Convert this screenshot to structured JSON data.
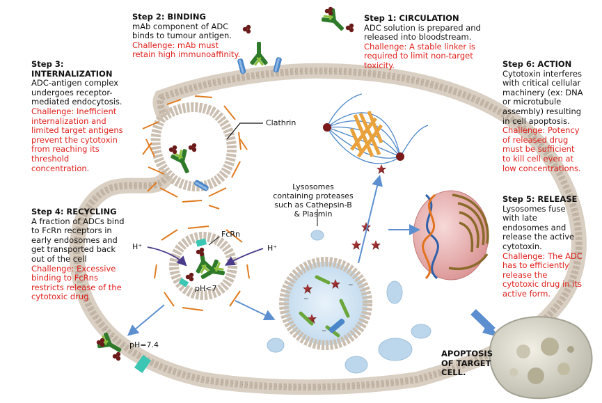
{
  "steps": [
    {
      "title": "Step 1: CIRCULATION",
      "description": "ADC solution is prepared and released into bloodstream.",
      "challenge": "Challenge: A stable linker is required to limit non-target toxicity."
    },
    {
      "title": "Step 2: BINDING",
      "description": "mAb component of ADC binds to tumour antigen.",
      "challenge": "Challenge: mAb must retain high immunoaffinity."
    },
    {
      "title": "Step 3: INTERNALIZATION",
      "description": "ADC-antigen complex undergoes receptor-mediated endocytosis.",
      "challenge": "Challenge: Inefficient internalization and limited target antigens prevent the cytotoxin from reaching its threshold concentration."
    },
    {
      "title": "Step 4: RECYCLING",
      "description": "A fraction of ADCs bind to FcRn receptors in early endosomes and get transported back out of the cell",
      "challenge": "Challenge: Excessive binding to FcRns restricts release of the cytotoxic drug"
    },
    {
      "title": "Step 5: RELEASE",
      "description": "Lysosomes fuse with late endosomes and release the active cytotoxin.",
      "challenge": "Challenge: The ADC has to efficiently release the cytotoxic drug in its active form."
    },
    {
      "title": "Step 6: ACTION",
      "description": "Cytotoxin interferes with critical cellular machinery (ex: DNA or microtubule assembly) resulting in cell apoptosis.",
      "challenge": "Challenge: Potency of released drug must be sufficient to kill cell even at low concentrations."
    }
  ],
  "labels": {
    "clathrin": "Clathrin",
    "fcrn": "FcRn",
    "h_plus": "H⁺",
    "ph_endosome": "pH<7",
    "ph_outside": "pH=7.4",
    "lysosomes": "Lysosomes containing proteases such as Cathepsin-B & Plasmin",
    "apoptosis": "APOPTOSIS OF TARGET CELL."
  },
  "colors": {
    "challenge_text": "#e0201c",
    "antibody": "#2f7a2a",
    "antibody_light": "#8cbf3c",
    "drug": "#6b1a1a",
    "antigen": "#4a86c8",
    "clathrin": "#e07a1e",
    "fcrn": "#3cc6b4",
    "arrow": "#5b8fd0",
    "membrane_head": "#cbbfb1"
  }
}
